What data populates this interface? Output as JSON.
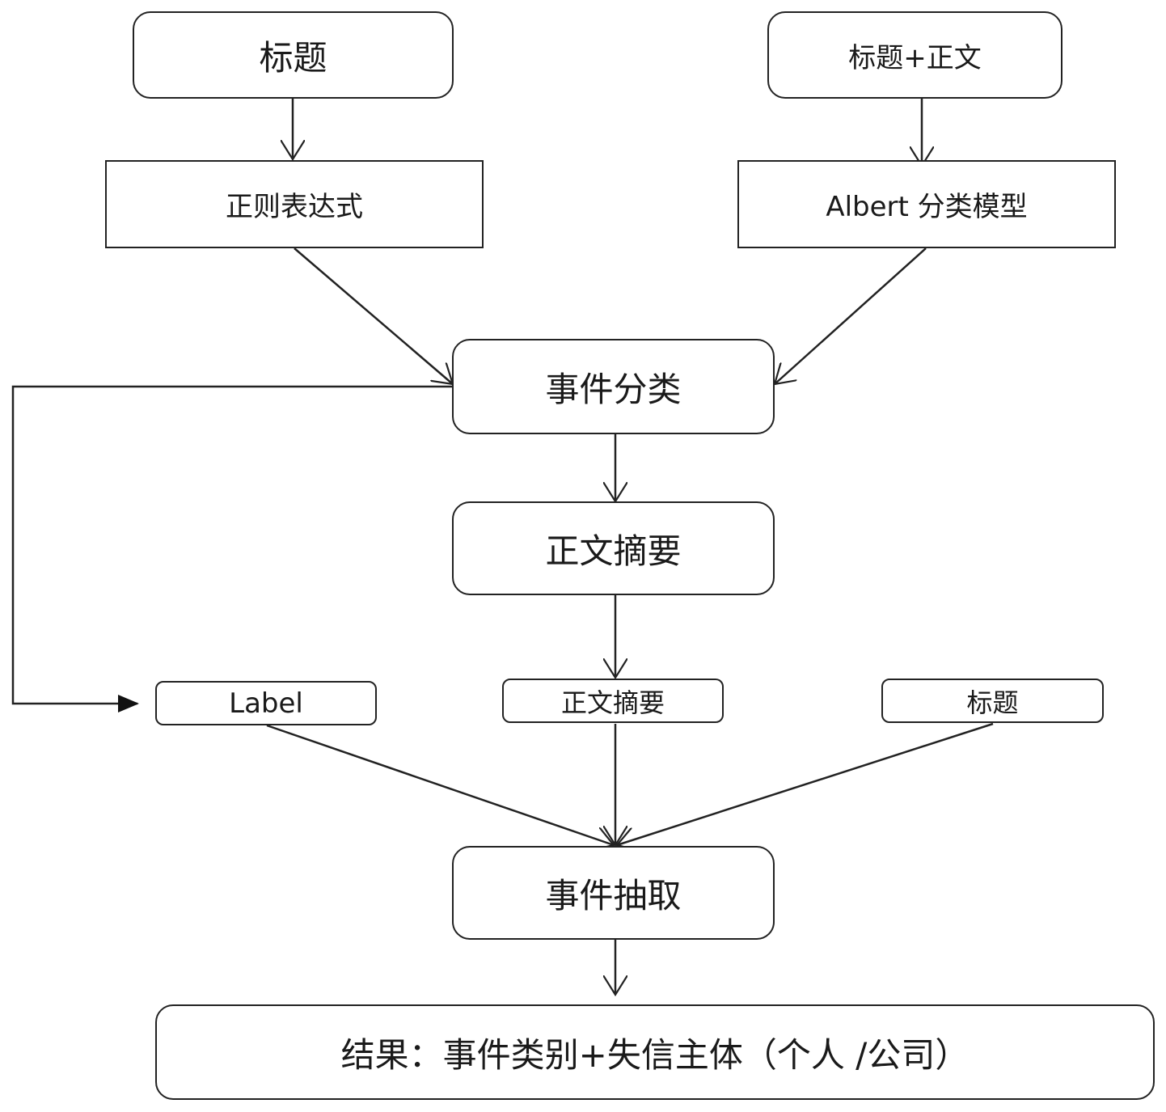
{
  "diagram": {
    "nodes": {
      "title_input": "标题",
      "title_body_input": "标题+正文",
      "regex": "正则表达式",
      "albert_model": "Albert 分类模型",
      "event_classification": "事件分类",
      "body_summary": "正文摘要",
      "label_box": "Label",
      "body_summary_small": "正文摘要",
      "title_small": "标题",
      "event_extraction": "事件抽取",
      "result": "结果：事件类别+失信主体（个人 /公司）"
    },
    "edges": [
      {
        "from": "title_input",
        "to": "regex"
      },
      {
        "from": "title_body_input",
        "to": "albert_model"
      },
      {
        "from": "regex",
        "to": "event_classification"
      },
      {
        "from": "albert_model",
        "to": "event_classification"
      },
      {
        "from": "event_classification",
        "to": "body_summary"
      },
      {
        "from": "event_classification",
        "to": "label_box"
      },
      {
        "from": "body_summary",
        "to": "body_summary_small"
      },
      {
        "from": "label_box",
        "to": "event_extraction"
      },
      {
        "from": "body_summary_small",
        "to": "event_extraction"
      },
      {
        "from": "title_small",
        "to": "event_extraction"
      },
      {
        "from": "event_extraction",
        "to": "result"
      }
    ]
  }
}
